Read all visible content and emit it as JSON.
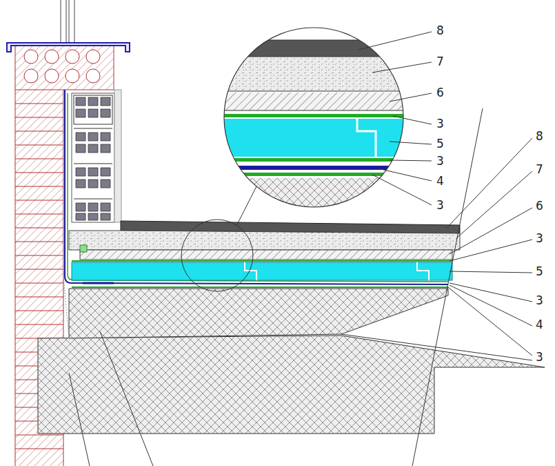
{
  "diagram": {
    "labels": [
      "8",
      "7",
      "6",
      "3",
      "5",
      "3",
      "4",
      "3",
      "8",
      "7",
      "6",
      "3",
      "5",
      "3",
      "4",
      "3"
    ]
  }
}
